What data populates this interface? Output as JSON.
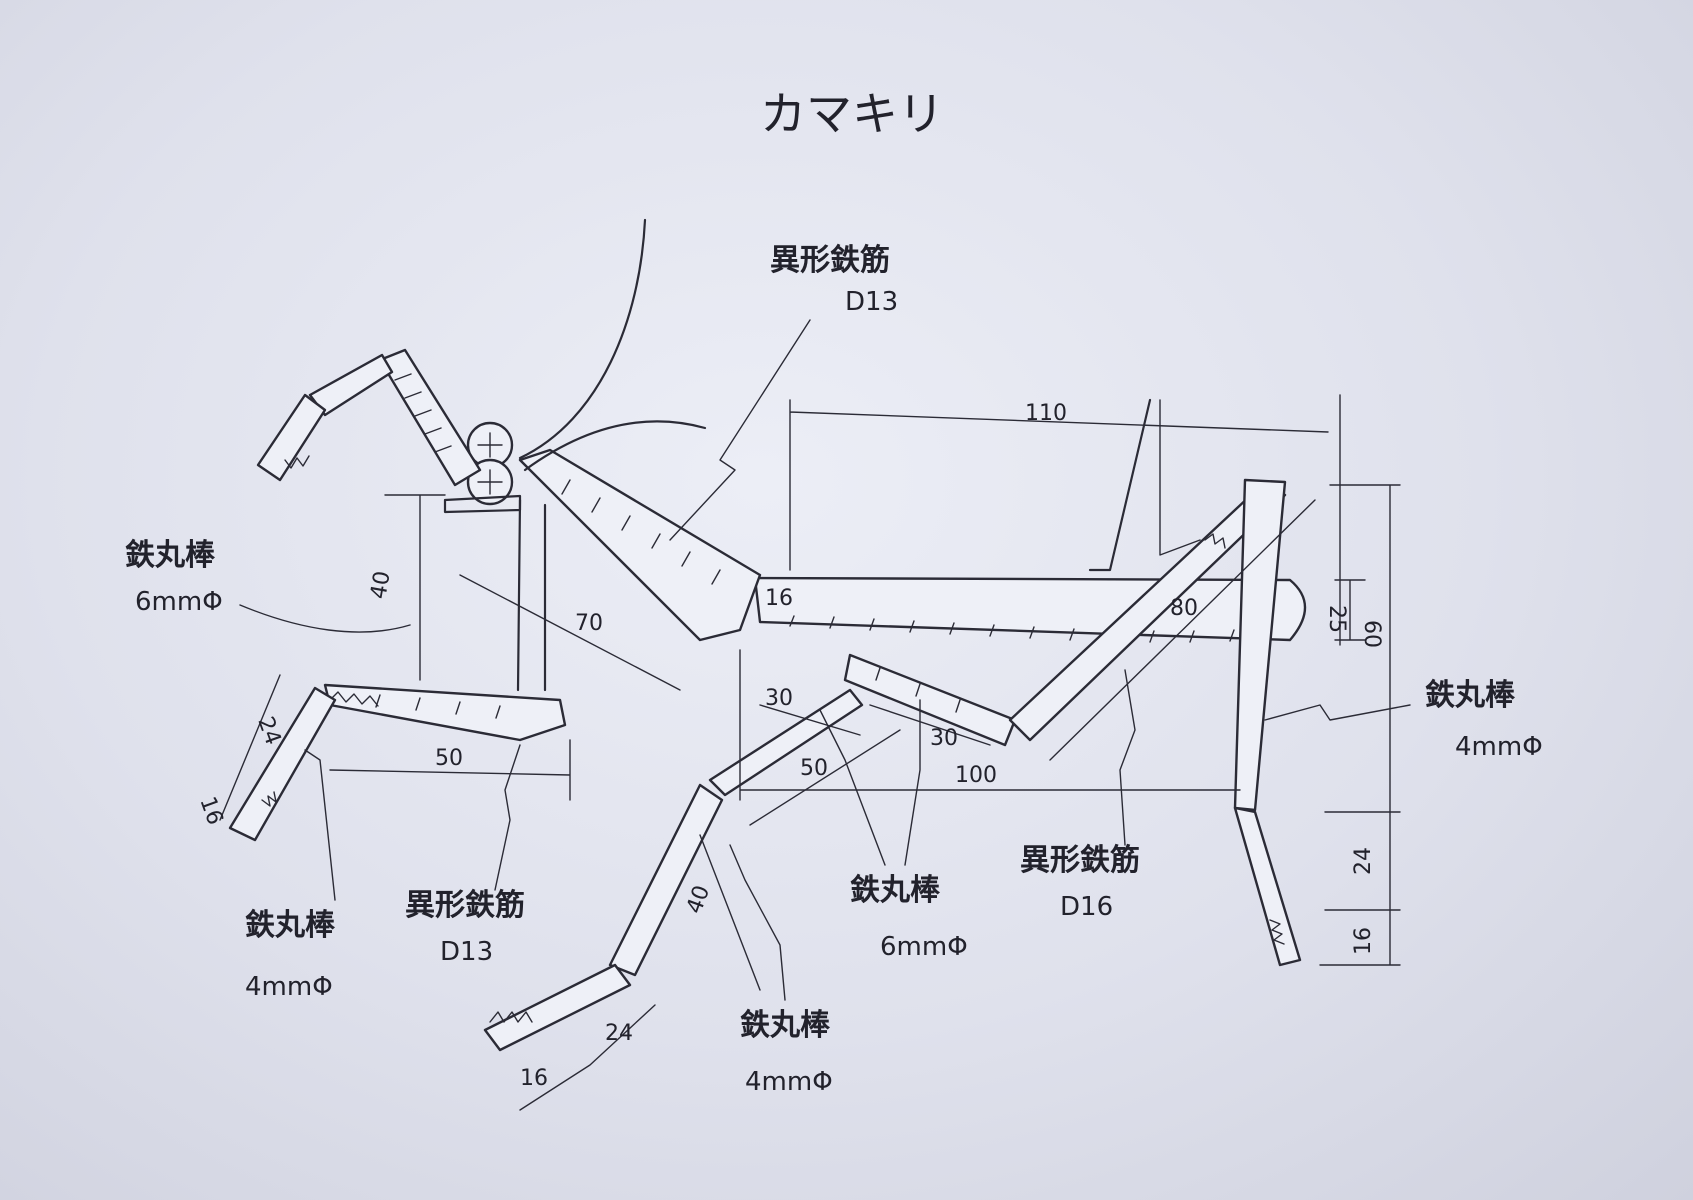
{
  "title": "カマキリ",
  "labels": {
    "d13_top_name": "異形鉄筋",
    "d13_top_spec": "D13",
    "rod6_left_name": "鉄丸棒",
    "rod6_left_spec": "6mmΦ",
    "rod4_left_name": "鉄丸棒",
    "rod4_left_spec": "4mmΦ",
    "d13_bottom_name": "異形鉄筋",
    "d13_bottom_spec": "D13",
    "rod6_center_name": "鉄丸棒",
    "rod6_center_spec": "6mmΦ",
    "d16_name": "異形鉄筋",
    "d16_spec": "D16",
    "rod4_right_name": "鉄丸棒",
    "rod4_right_spec": "4mmΦ",
    "rod4_bottom_name": "鉄丸棒",
    "rod4_bottom_spec": "4mmΦ"
  },
  "dimensions": {
    "d110": "110",
    "d60": "60",
    "d25": "25",
    "d16_head": "16",
    "d80": "80",
    "d100": "100",
    "d70": "70",
    "d40_upper": "40",
    "d30_a": "30",
    "d30_b": "30",
    "d50_center": "50",
    "d50_left": "50",
    "d24_left": "24",
    "d16_left": "16",
    "d40_lower": "40",
    "d24_bottom": "24",
    "d16_bottom": "16",
    "d24_right": "24",
    "d16_right": "16"
  },
  "colors": {
    "paper": "#e4e6ef",
    "ink": "#2b2b36"
  }
}
